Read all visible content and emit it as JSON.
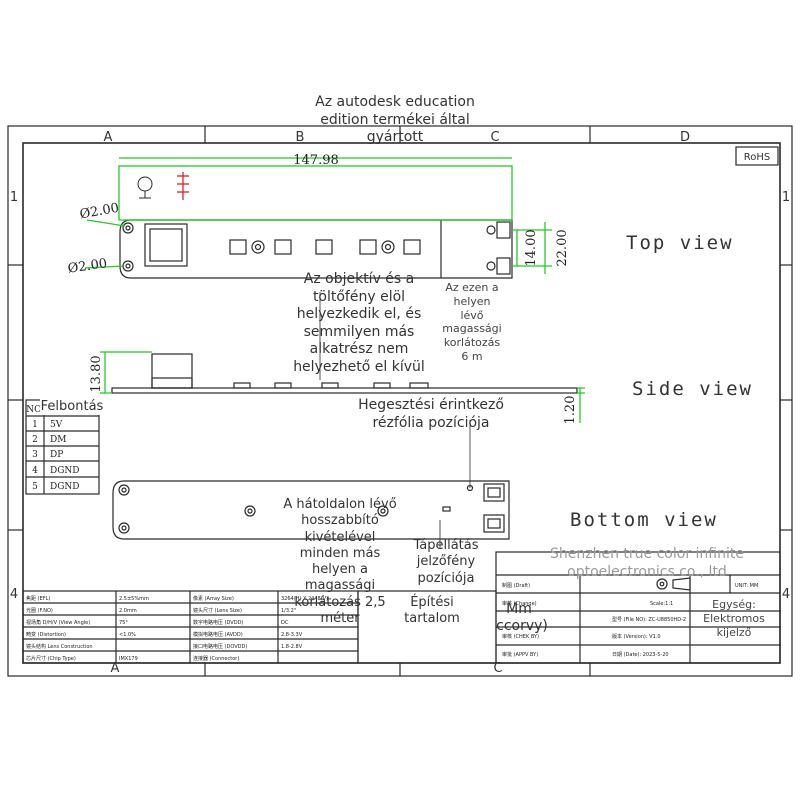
{
  "header_note": "Az autodesk education edition termékei által gyártott",
  "grid": {
    "columns": [
      "A",
      "B",
      "C",
      "D"
    ],
    "rows": [
      "1",
      "4"
    ]
  },
  "rohs": "RoHS",
  "dimensions": {
    "width": "147.98",
    "hole_top": "Ø2.00",
    "hole_bottom": "Ø2.00",
    "h14": "14.00",
    "h22": "22.00",
    "h1380": "13.80",
    "h120": "1.20"
  },
  "views": {
    "top": "Top view",
    "side": "Side view",
    "bottom": "Bottom view"
  },
  "notes": {
    "lens": "Az objektív és a töltőfény elöl helyezkedik el, és semmilyen más alkatrész nem helyezhető el kívül",
    "height_limit": "Az ezen a helyen lévő magassági korlátozás 6 m",
    "weld": "Hegesztési érintkező rézfólia pozíciója",
    "back": "A hátoldalon lévő hosszabbító kivételével minden más helyen a magassági korlátozás 2,5 méter",
    "power_led": "Tápellátás jelzőfény pozíciója",
    "build": "Építési tartalom",
    "company": "Shenzhen true color infinite optoelectronics co., ltd",
    "unit": "Egység: Elektromos kijelző",
    "mm": "Mm",
    "ccorvy": "ccorvy)"
  },
  "pin_table": {
    "title": "Felbontás",
    "header": "NO.",
    "rows": [
      [
        "1",
        "5V"
      ],
      [
        "2",
        "DM"
      ],
      [
        "3",
        "DP"
      ],
      [
        "4",
        "DGND"
      ],
      [
        "5",
        "DGND"
      ]
    ]
  },
  "spec_table": {
    "left": [
      [
        "焦距 (EFL)",
        "2.5±5%mm"
      ],
      [
        "光圈 (F.NO)",
        "2.0mm"
      ],
      [
        "视场角 D/H/V (View Angle)",
        "75°"
      ],
      [
        "畸变 (Distortion)",
        "<1.0%"
      ],
      [
        "镜头结构 Lens Construction",
        ""
      ],
      [
        "芯片尺寸 (Chip Type)",
        "IMX179"
      ]
    ],
    "right": [
      [
        "像素 (Array Size)",
        "3264(H) X 2448(V)"
      ],
      [
        "镜头尺寸 (Lens Size)",
        "1/3.2\""
      ],
      [
        "数字电路电压 (DVDD)",
        "DC"
      ],
      [
        "模拟电路电压 (AVDD)",
        "2.8-3.3V"
      ],
      [
        "接口电路电压 (DOVDD)",
        "1.8-2.8V"
      ],
      [
        "连接器 (Connector)",
        ""
      ]
    ]
  },
  "title_block": {
    "rows": [
      [
        "制图 (Draft)",
        "",
        "UNIT: MM"
      ],
      [
        "审核 (Change)",
        "Scale:1:1",
        ""
      ],
      [
        "",
        "型号 (File NO): ZC-U8850HD-2",
        ""
      ],
      [
        "审核 (CHEK BY)",
        "版本 (Version): V1.0",
        ""
      ],
      [
        "审批 (APPV BY)",
        "日期 (Date): 2023-5-20",
        ""
      ]
    ]
  },
  "colors": {
    "line": "#2a2a2a",
    "dimension": "#22cc22",
    "red": "#dd2222"
  }
}
